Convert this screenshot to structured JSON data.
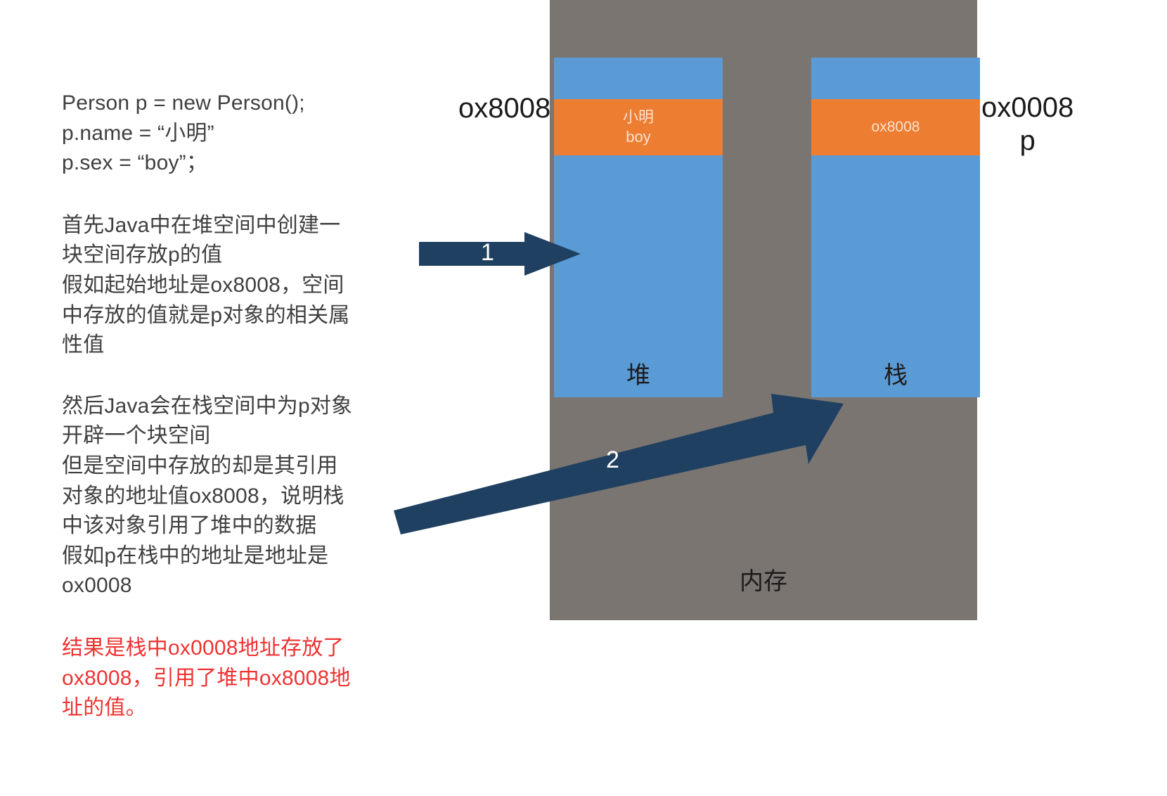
{
  "code_block": "Person p = new Person();\np.name =  “小明”\np.sex =  “boy”；",
  "explanation": {
    "heap_paragraph": "首先Java中在堆空间中创建一\n块空间存放p的值\n假如起始地址是ox8008，空间\n中存放的值就是p对象的相关属\n性值",
    "stack_paragraph": "然后Java会在栈空间中为p对象\n开辟一个块空间\n但是空间中存放的却是其引用\n对象的地址值ox8008，说明栈\n中该对象引用了堆中的数据\n假如p在栈中的地址是地址是\nox0008",
    "result_paragraph": "结果是栈中ox0008地址存放了\nox8008，引用了堆中ox8008地\n址的值。",
    "result_color": "#ee3333"
  },
  "diagram": {
    "memory_label": "内存",
    "heap": {
      "name": "堆",
      "address_label": "ox8008",
      "cell_lines": [
        "小明",
        "boy"
      ]
    },
    "stack": {
      "name": "栈",
      "address_label": "ox0008",
      "variable_label": "p",
      "cell_value": "ox8008"
    },
    "steps": [
      {
        "number": "1"
      },
      {
        "number": "2"
      }
    ],
    "colors": {
      "memory_background": "#7b7571",
      "block_blue": "#5b9bd5",
      "cell_orange": "#ed7d31",
      "arrow_navy": "#1f4061",
      "cell_text": "#fde2cc"
    }
  }
}
